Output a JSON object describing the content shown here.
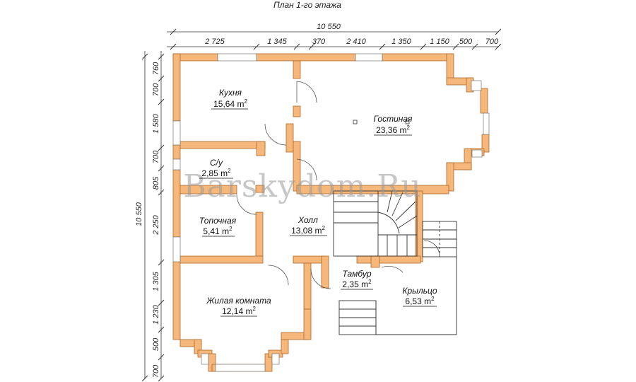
{
  "title": "План 1-го этажа",
  "watermark": "Barskydom.Ru",
  "wall_color": "#f5b87a",
  "wall_outline": "#b06a2a",
  "top_dimensions": {
    "total": "10 550",
    "segments": [
      "2 725",
      "1 345",
      "370",
      "2 410",
      "1 350",
      "1 150",
      "500",
      "700"
    ]
  },
  "left_dimensions": {
    "total": "10 550",
    "segments": [
      "760",
      "700",
      "1 580",
      "700",
      "805",
      "2 250",
      "1 305",
      "1 230",
      "500",
      "700"
    ]
  },
  "rooms": [
    {
      "name": "Кухня",
      "area": "15,64 m",
      "sup": "2"
    },
    {
      "name": "Гостиная",
      "area": "23,36 m",
      "sup": "2"
    },
    {
      "name": "С/у",
      "area": "2,85 m",
      "sup": "2"
    },
    {
      "name": "Холл",
      "area": "13,08 m",
      "sup": "2"
    },
    {
      "name": "Топочная",
      "area": "5,41 m",
      "sup": "2"
    },
    {
      "name": "Тамбур",
      "area": "2,35 m",
      "sup": "2"
    },
    {
      "name": "Крыльцо",
      "area": "6,53 m",
      "sup": "2"
    },
    {
      "name": "Жилая комната",
      "area": "12,14 m",
      "sup": "2"
    }
  ]
}
